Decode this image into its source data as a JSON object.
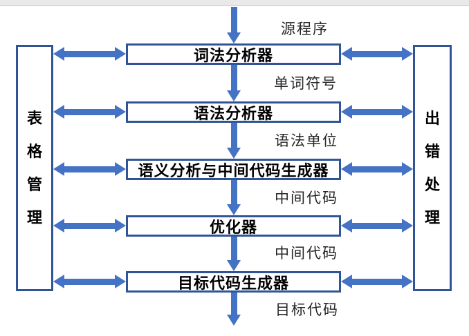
{
  "colors": {
    "arrow_blue": "#4472C4",
    "box_border_blue": "#2F5597",
    "topbar_gray": "#E9E9E9"
  },
  "side_panels": {
    "left": {
      "label": "表格管理",
      "chars": [
        "表",
        "格",
        "管",
        "理"
      ]
    },
    "right": {
      "label": "出错处理",
      "chars": [
        "出",
        "错",
        "处",
        "理"
      ]
    }
  },
  "stages": [
    {
      "label": "词法分析器"
    },
    {
      "label": "语法分析器"
    },
    {
      "label": "语义分析与中间代码生成器"
    },
    {
      "label": "优化器"
    },
    {
      "label": "目标代码生成器"
    }
  ],
  "flow_labels": [
    {
      "text": "源程序"
    },
    {
      "text": "单词符号"
    },
    {
      "text": "语法单位"
    },
    {
      "text": "中间代码"
    },
    {
      "text": "中间代码"
    },
    {
      "text": "目标代码"
    }
  ]
}
